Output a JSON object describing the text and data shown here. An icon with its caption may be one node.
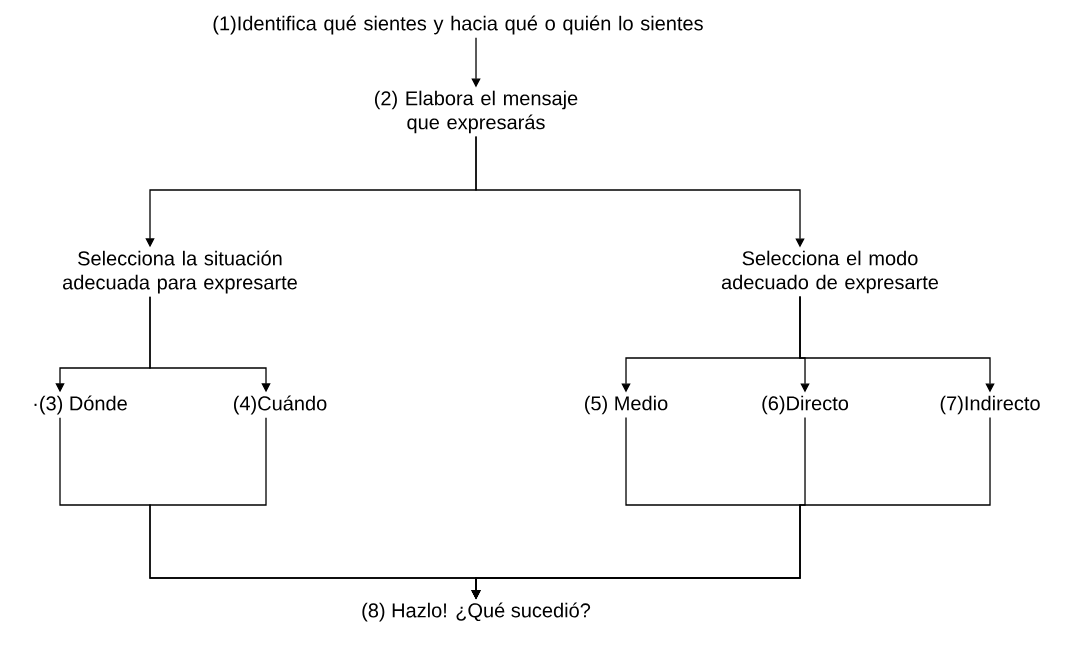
{
  "diagram": {
    "nodes": [
      {
        "text": [
          "(1)Identifica qué sientes y hacia qué o quién lo sientes"
        ]
      },
      {
        "text": [
          "(2) Elabora el mensaje que expresarás"
        ]
      },
      {
        "text": [
          "Selecciona la situación adecuada para expresarte"
        ]
      },
      {
        "text": [
          "Selecciona el modo adecuado de expresarte"
        ]
      },
      {
        "text": [
          "·(3) Dónde"
        ]
      },
      {
        "text": [
          "(4)Cuándo"
        ]
      },
      {
        "text": [
          "(5) Medio"
        ]
      },
      {
        "text": [
          "(6)Directo"
        ]
      },
      {
        "text": [
          "(7)Indirecto"
        ]
      },
      {
        "text": [
          "(8) Hazlo! ¿Qué sucedió?"
        ]
      }
    ],
    "edges": [
      {
        "from": 0,
        "to": 1,
        "arrow": "to"
      },
      {
        "from": 1,
        "to": 2,
        "arrow": "to"
      },
      {
        "from": 1,
        "to": 3,
        "arrow": "to"
      },
      {
        "from": 2,
        "to": 4,
        "arrow": "to"
      },
      {
        "from": 2,
        "to": 5,
        "arrow": "to"
      },
      {
        "from": 3,
        "to": 6,
        "arrow": "to"
      },
      {
        "from": 3,
        "to": 7,
        "arrow": "to"
      },
      {
        "from": 3,
        "to": 8,
        "arrow": "to"
      },
      {
        "from": 4,
        "to": 9,
        "arrow": "to"
      },
      {
        "from": 5,
        "to": 9,
        "arrow": "to"
      },
      {
        "from": 6,
        "to": 9,
        "arrow": "to"
      },
      {
        "from": 7,
        "to": 9,
        "arrow": "to"
      },
      {
        "from": 8,
        "to": 9,
        "arrow": "to"
      }
    ]
  }
}
